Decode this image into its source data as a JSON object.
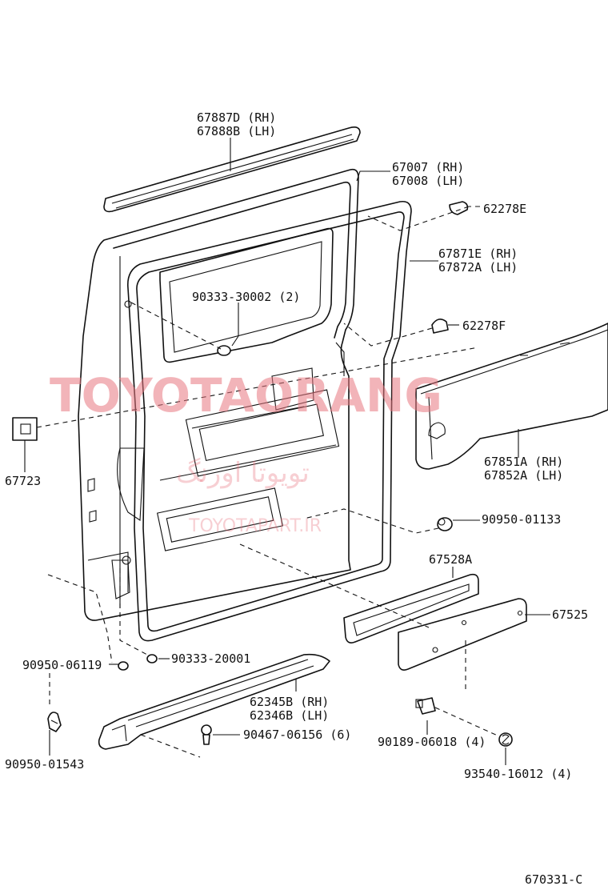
{
  "diagram_id": "670331-C",
  "watermark": {
    "brand": "TOYOTAORANG",
    "farsi": "تویوتا اورنگ",
    "url": "TOYOTAPART.IR",
    "color": "#e87680"
  },
  "callouts": {
    "c1": [
      "67887D (RH)",
      "67888B (LH)"
    ],
    "c2": [
      "67007 (RH)",
      "67008 (LH)"
    ],
    "c3": [
      "62278E"
    ],
    "c4": [
      "67871E (RH)",
      "67872A (LH)"
    ],
    "c5": [
      "90333-30002 (2)"
    ],
    "c6": [
      "62278F"
    ],
    "c7": [
      "67723"
    ],
    "c8": [
      "67851A (RH)",
      "67852A (LH)"
    ],
    "c9": [
      "90950-01133"
    ],
    "c10": [
      "67528A"
    ],
    "c11": [
      "67525"
    ],
    "c12": [
      "90950-06119"
    ],
    "c13": [
      "90333-20001"
    ],
    "c14": [
      "62345B (RH)",
      "62346B (LH)"
    ],
    "c15": [
      "90467-06156 (6)"
    ],
    "c16": [
      "90189-06018 (4)"
    ],
    "c17": [
      "90950-01543"
    ],
    "c18": [
      "93540-16012 (4)"
    ]
  }
}
